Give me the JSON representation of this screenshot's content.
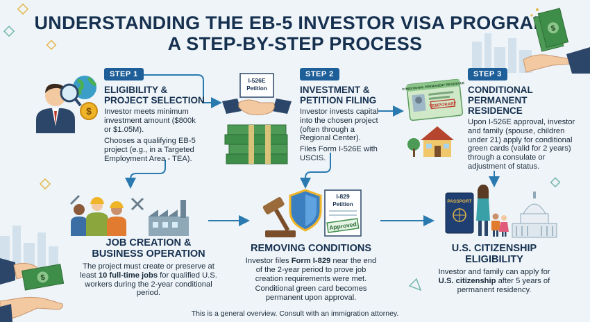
{
  "title": {
    "line1": "UNDERSTANDING THE EB-5 INVESTOR VISA PROGRAM:",
    "line2": "A STEP-BY-STEP PROCESS"
  },
  "steps": [
    {
      "badge": "STEP 1",
      "heading1": "ELIGIBILITY &",
      "heading2": "PROJECT SELECTION",
      "text1": "Investor meets minimum investment amount ($800k or $1.05M).",
      "text2": "Chooses a qualifying EB-5 project (e.g., in a Targeted Employment Area - TEA)."
    },
    {
      "badge": "STEP 2",
      "heading1": "INVESTMENT &",
      "heading2": "PETITION FILING",
      "text1": "Investor invests capital into the chosen project (often through a Regional Center).",
      "text2": "Files Form I-526E with USCIS."
    },
    {
      "badge": "STEP 3",
      "heading1": "CONDITIONAL",
      "heading2": "PERMANENT",
      "heading3": "RESIDENCE",
      "text1": "Upon I-526E approval, investor and family (spouse, children under 21) apply for conditional green cards (valid for 2 years) through a consulate or adjustment of status."
    }
  ],
  "lower": [
    {
      "heading1": "JOB CREATION &",
      "heading2": "BUSINESS OPERATION",
      "text_a": "The project must create or preserve at least ",
      "text_b": "10 full-time jobs",
      "text_c": " for qualified U.S. workers during the 2-year conditional period."
    },
    {
      "heading1": "REMOVING CONDITIONS",
      "text_a": "Investor files ",
      "text_b": "Form I-829",
      "text_c": " near the end of the 2-year period to prove job creation requirements were met.",
      "text2": "Conditional green card becomes permanent upon approval."
    },
    {
      "heading1": "U.S. CITIZENSHIP",
      "heading2": "ELIGIBILITY",
      "text_a": "Investor and family can apply for ",
      "text_b": "U.S. citizenship",
      "text_c": " after 5 years of permanent residency."
    }
  ],
  "doc_labels": {
    "i526e_1": "I-526E",
    "i526e_2": "Petition",
    "i829_1": "I-829",
    "i829_2": "Petition",
    "approved": "Approved",
    "card_header": "CONDITIONAL PERMANENT RESIDENCE",
    "temporary": "TEMPORARY",
    "passport": "PASSPORT"
  },
  "footer": "This is a general overview. Consult with an immigration attorney.",
  "colors": {
    "navy": "#16304f",
    "step_blue": "#1f5f99",
    "money_green": "#3e8e4a",
    "background": "#eef4f8"
  }
}
